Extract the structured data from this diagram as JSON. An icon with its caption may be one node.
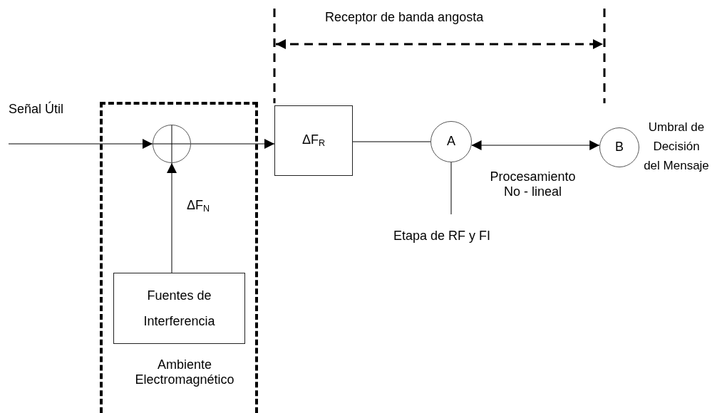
{
  "diagram": {
    "nodes": [
      {
        "text": [
          "Ambiente Electromagnético"
        ]
      },
      {
        "text": [],
        "shape": "circle",
        "in": 0
      },
      {
        "text": [
          "Fuentes de Interferencia"
        ],
        "in": 0
      },
      {
        "text": [
          "ΔF$_{R}$"
        ]
      },
      {
        "text": [
          "A"
        ]
      },
      {
        "text": [
          "B"
        ],
        "beside": [
          "Umbral de Decisión del Mensaje"
        ]
      },
      {
        "text": [
          "Etapa de RF y FI"
        ]
      }
    ],
    "edges": [
      {
        "from": null,
        "to": 1,
        "arrow": "to",
        "label": "Señal Útil"
      },
      {
        "from": 2,
        "to": 1,
        "arrow": "to",
        "label": "ΔF$_{N}$"
      },
      {
        "from": 1,
        "to": 3,
        "arrow": "to"
      },
      {
        "from": 3,
        "to": 4,
        "arrow": "none"
      },
      {
        "from": 4,
        "to": 5,
        "arrow": "both",
        "label": "Procesamiento No - lineal"
      },
      {
        "from": 4,
        "to": 6,
        "arrow": "none"
      }
    ],
    "labels": [
      "Receptor de banda angosta"
    ]
  }
}
